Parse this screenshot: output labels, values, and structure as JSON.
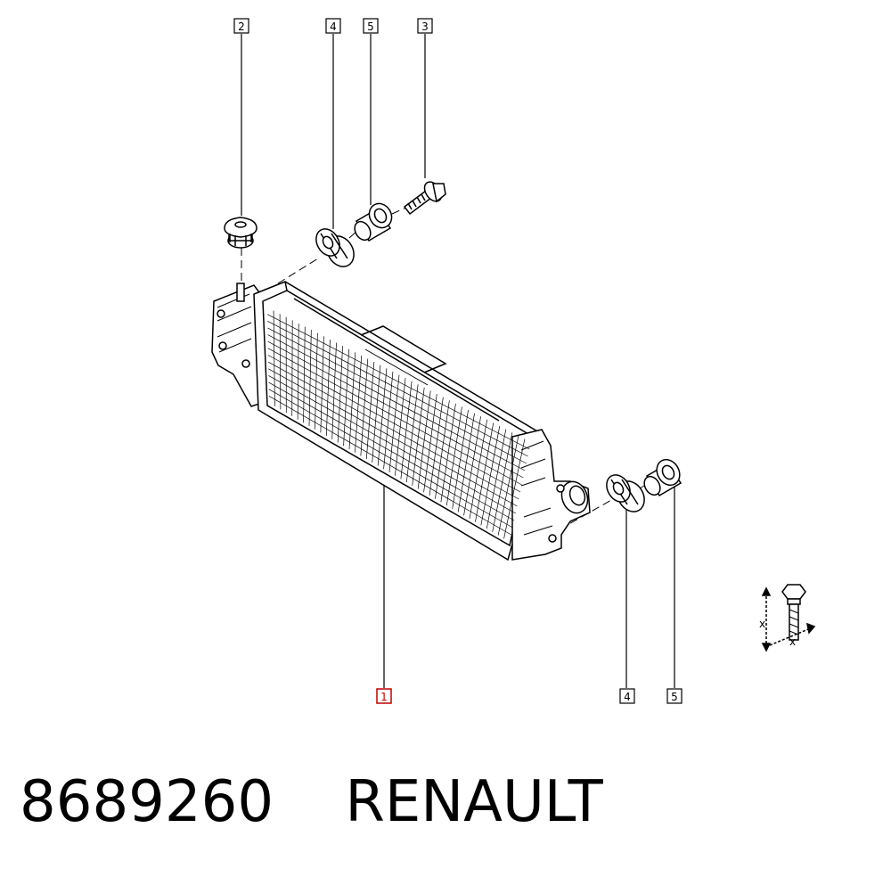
{
  "callouts": {
    "c1": "1",
    "c2": "2",
    "c3": "3",
    "c4_top": "4",
    "c5_top": "5",
    "c4_bottom": "4",
    "c5_bottom": "5"
  },
  "torque_symbol": {
    "axis_label_vertical": "x",
    "axis_label_horizontal": "x"
  },
  "caption": {
    "part_number": "8689260",
    "brand": "RENAULT"
  },
  "colors": {
    "line": "#000000",
    "highlight": "#c00000",
    "background": "#ffffff"
  }
}
